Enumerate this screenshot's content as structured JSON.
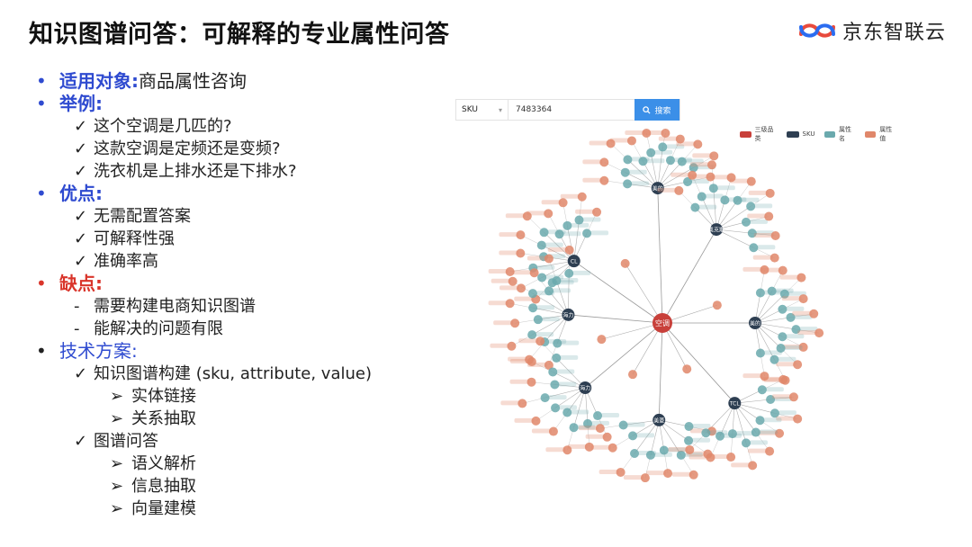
{
  "title": "知识图谱问答：可解释的专业属性问答",
  "brand": "京东智联云",
  "sections": [
    {
      "bullet": "•",
      "head": "适用对象:",
      "tail": "商品属性咨询",
      "style": "blue",
      "items": []
    },
    {
      "bullet": "•",
      "head": "举例:",
      "tail": "",
      "style": "blue",
      "items": [
        {
          "marker": "✓",
          "text": "这个空调是几匹的?"
        },
        {
          "marker": "✓",
          "text": "这款空调是定频还是变频?"
        },
        {
          "marker": "✓",
          "text": "洗衣机是上排水还是下排水?"
        }
      ]
    },
    {
      "bullet": "•",
      "head": "优点:",
      "tail": "",
      "style": "blue",
      "items": [
        {
          "marker": "✓",
          "text": "无需配置答案"
        },
        {
          "marker": "✓",
          "text": "可解释性强"
        },
        {
          "marker": "✓",
          "text": "准确率高"
        }
      ]
    },
    {
      "bullet": "•",
      "head": "缺点:",
      "tail": "",
      "style": "red",
      "items": [
        {
          "marker": "-",
          "text": "需要构建电商知识图谱"
        },
        {
          "marker": "-",
          "text": "能解决的问题有限"
        }
      ]
    },
    {
      "bullet": "•",
      "head": "技术方案:",
      "tail": "",
      "style": "tech",
      "items": [
        {
          "marker": "✓",
          "text": "知识图谱构建 (sku, attribute, value)",
          "subs": [
            {
              "marker": "➢",
              "text": "实体链接"
            },
            {
              "marker": "➢",
              "text": "关系抽取"
            }
          ]
        },
        {
          "marker": "✓",
          "text": "图谱问答",
          "subs": [
            {
              "marker": "➢",
              "text": "语义解析"
            },
            {
              "marker": "➢",
              "text": "信息抽取"
            },
            {
              "marker": "➢",
              "text": "向量建模"
            }
          ]
        }
      ]
    }
  ],
  "search": {
    "select_value": "SKU",
    "input_value": "7483364",
    "button_label": "搜索"
  },
  "legend": [
    {
      "label": "三级品类",
      "color": "#c8403a"
    },
    {
      "label": "SKU",
      "color": "#2e3f52"
    },
    {
      "label": "属性名",
      "color": "#6aa9ad"
    },
    {
      "label": "属性值",
      "color": "#e0876a"
    }
  ],
  "graph": {
    "center_label": "空调",
    "hubs": [
      {
        "label": "美的",
        "angle": -92,
        "dist": 150,
        "spokes": 10
      },
      {
        "label": "奥克斯",
        "angle": -60,
        "dist": 120,
        "spokes": 9
      },
      {
        "label": "CL",
        "angle": -145,
        "dist": 120,
        "spokes": 10
      },
      {
        "label": "海力",
        "angle": -175,
        "dist": 105,
        "spokes": 9
      },
      {
        "label": "美的",
        "angle": 0,
        "dist": 103,
        "spokes": 10
      },
      {
        "label": "海力",
        "angle": 140,
        "dist": 112,
        "spokes": 9
      },
      {
        "label": "美菱",
        "angle": 92,
        "dist": 108,
        "spokes": 8
      },
      {
        "label": "TCL",
        "angle": 48,
        "dist": 120,
        "spokes": 9
      }
    ],
    "side_spokes": [
      {
        "angle": -122,
        "length": 78
      },
      {
        "angle": -18,
        "length": 64
      },
      {
        "angle": 165,
        "length": 70
      },
      {
        "angle": 120,
        "length": 66
      },
      {
        "angle": 62,
        "length": 58
      }
    ]
  }
}
